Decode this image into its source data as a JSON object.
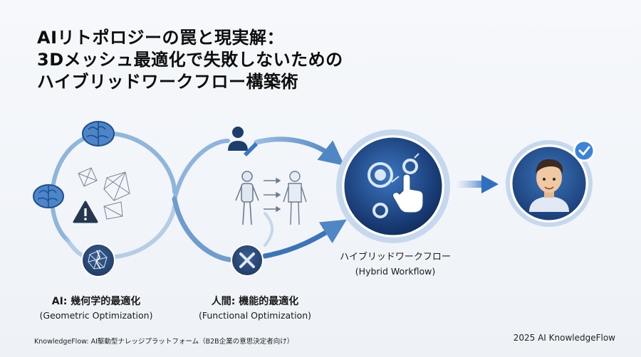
{
  "title": {
    "line1": "AIリトポロジーの罠と現実解：",
    "line2": "3Dメッシュ最適化で失敗しないための",
    "line3": "ハイブリッドワークフロー構築術"
  },
  "nodes": {
    "ai": {
      "label_jp": "AI: 幾何学的最適化",
      "label_en": "(Geometric Optimization)"
    },
    "human": {
      "label_jp": "人間: 機能的最適化",
      "label_en": "(Functional Optimization)"
    },
    "hybrid": {
      "label_jp": "ハイブリッドワークフロー",
      "label_en": "(Hybrid Workflow)"
    }
  },
  "icons": [
    "brain-icon",
    "mesh-icon",
    "warning-icon",
    "broken-mesh-icon",
    "user-edit-icon",
    "rig-figure-icon",
    "human-figure-icon",
    "tools-icon",
    "gears-hand-icon",
    "avatar-icon",
    "check-badge-icon"
  ],
  "colors": {
    "primary": "#1f4f8e",
    "accent": "#2f7fd6",
    "arc": "#7fa9d6",
    "warning": "#2a3a52"
  },
  "footer": {
    "left": "KnowledgeFlow: AI駆動型ナレッジプラットフォーム（B2B企業の意思決定者向け）",
    "right": "2025 AI KnowledgeFlow"
  }
}
